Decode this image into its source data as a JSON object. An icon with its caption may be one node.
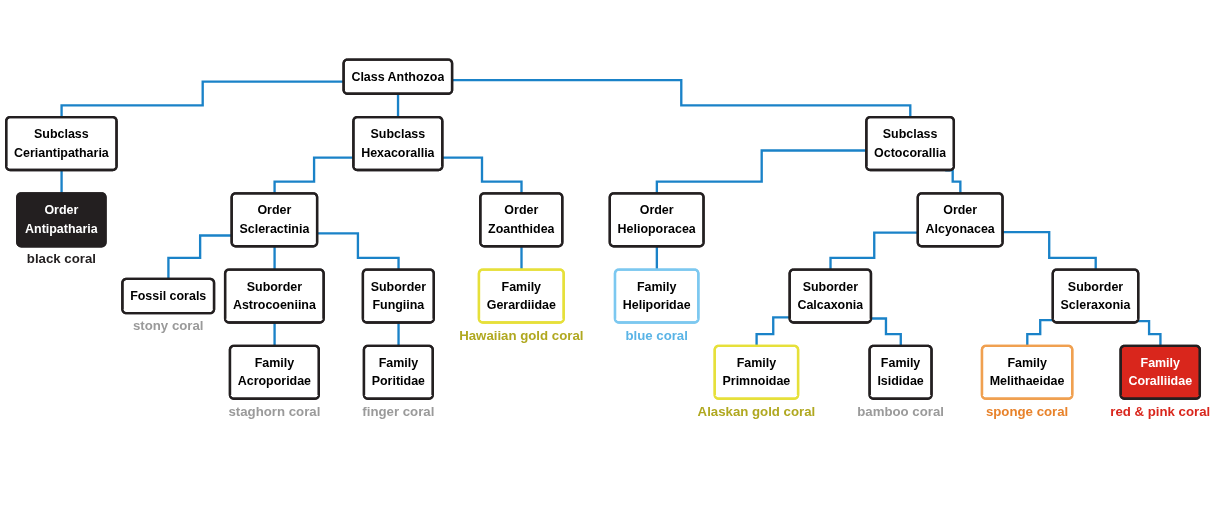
{
  "diagram": {
    "nodes": [
      {
        "text": [
          "Class Anthozoa"
        ]
      },
      {
        "text": [
          "Subclass",
          "Ceriantipatharia"
        ]
      },
      {
        "text": [
          "Subclass",
          "Hexacorallia"
        ]
      },
      {
        "text": [
          "Subclass",
          "Octocorallia"
        ]
      },
      {
        "text": [
          "Order",
          "Antipatharia"
        ],
        "beside": [
          "black coral"
        ]
      },
      {
        "text": [
          "Order",
          "Scleractinia"
        ]
      },
      {
        "text": [
          "Order",
          "Zoanthidea"
        ]
      },
      {
        "text": [
          "Order",
          "Helioporacea"
        ]
      },
      {
        "text": [
          "Order",
          "Alcyonacea"
        ]
      },
      {
        "text": [
          "Fossil corals"
        ],
        "beside": [
          "stony coral"
        ]
      },
      {
        "text": [
          "Suborder",
          "Astrocoeniina"
        ]
      },
      {
        "text": [
          "Suborder",
          "Fungiina"
        ]
      },
      {
        "text": [
          "Family",
          "Acroporidae"
        ],
        "beside": [
          "staghorn coral"
        ]
      },
      {
        "text": [
          "Family",
          "Poritidae"
        ],
        "beside": [
          "finger coral"
        ]
      },
      {
        "text": [
          "Family",
          "Gerardiidae"
        ],
        "beside": [
          "Hawaiian gold coral"
        ]
      },
      {
        "text": [
          "Family",
          "Heliporidae"
        ],
        "beside": [
          "blue coral"
        ]
      },
      {
        "text": [
          "Suborder",
          "Calcaxonia"
        ]
      },
      {
        "text": [
          "Suborder",
          "Scleraxonia"
        ]
      },
      {
        "text": [
          "Family",
          "Primnoidae"
        ],
        "beside": [
          "Alaskan gold coral"
        ]
      },
      {
        "text": [
          "Family",
          "Isididae"
        ],
        "beside": [
          "bamboo coral"
        ]
      },
      {
        "text": [
          "Family",
          "Melithaeidae"
        ],
        "beside": [
          "sponge coral"
        ]
      },
      {
        "text": [
          "Family",
          "Coralliidae"
        ],
        "beside": [
          "red & pink coral"
        ]
      }
    ],
    "edges": [
      {
        "from": 0,
        "to": 1,
        "arrow": "none"
      },
      {
        "from": 0,
        "to": 2,
        "arrow": "none"
      },
      {
        "from": 0,
        "to": 3,
        "arrow": "none"
      },
      {
        "from": 1,
        "to": 4,
        "arrow": "none"
      },
      {
        "from": 2,
        "to": 5,
        "arrow": "none"
      },
      {
        "from": 2,
        "to": 6,
        "arrow": "none"
      },
      {
        "from": 3,
        "to": 7,
        "arrow": "none"
      },
      {
        "from": 3,
        "to": 8,
        "arrow": "none"
      },
      {
        "from": 5,
        "to": 9,
        "arrow": "none"
      },
      {
        "from": 5,
        "to": 10,
        "arrow": "none"
      },
      {
        "from": 5,
        "to": 11,
        "arrow": "none"
      },
      {
        "from": 10,
        "to": 12,
        "arrow": "none"
      },
      {
        "from": 11,
        "to": 13,
        "arrow": "none"
      },
      {
        "from": 6,
        "to": 14,
        "arrow": "none"
      },
      {
        "from": 7,
        "to": 15,
        "arrow": "none"
      },
      {
        "from": 8,
        "to": 16,
        "arrow": "none"
      },
      {
        "from": 8,
        "to": 17,
        "arrow": "none"
      },
      {
        "from": 16,
        "to": 18,
        "arrow": "none"
      },
      {
        "from": 16,
        "to": 19,
        "arrow": "none"
      },
      {
        "from": 17,
        "to": 20,
        "arrow": "none"
      },
      {
        "from": 17,
        "to": 21,
        "arrow": "none"
      }
    ]
  }
}
